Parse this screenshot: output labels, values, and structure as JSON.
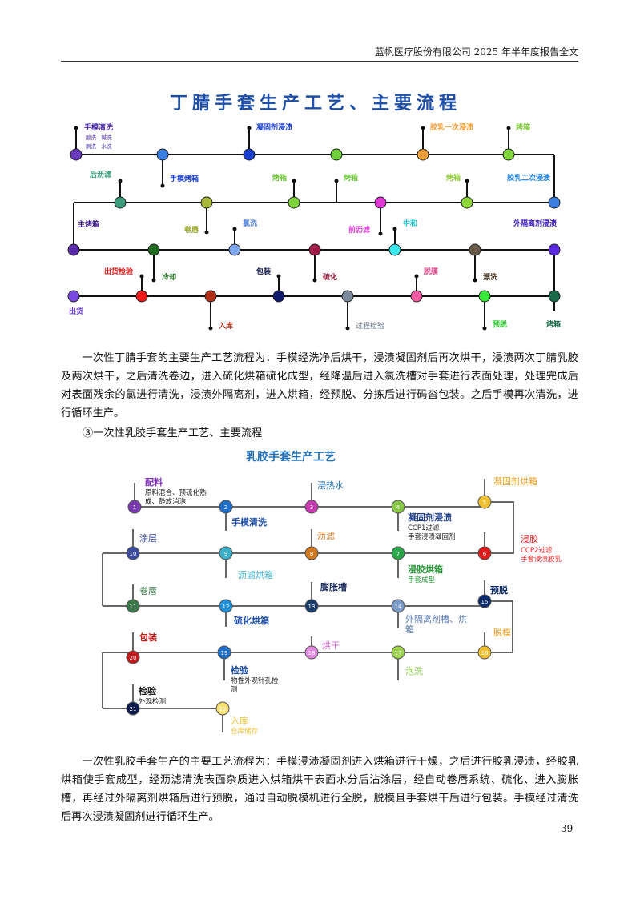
{
  "header": {
    "title": "蓝帆医疗股份有限公司 2025 年半年度报告全文"
  },
  "diagram1": {
    "title": "丁腈手套生产工艺、主要流程",
    "labels": {
      "a": "手模清洗",
      "a1": "酸洗　碱洗",
      "a2": "刷洗　水洗",
      "b": "凝固剂浸渍",
      "c": "胶乳一次浸渍",
      "d": "烤箱",
      "e": "后沥滤",
      "f": "手模烤箱",
      "g": "烤箱",
      "h": "烤箱",
      "i": "烤箱",
      "j": "胶乳二次浸渍",
      "k": "主烤箱",
      "l": "卷唇",
      "m": "氯洗",
      "n": "前沥滤",
      "o": "中和",
      "p": "外隔离剂浸渍",
      "q": "出货检验",
      "r": "冷却",
      "s": "包装",
      "t": "硫化",
      "u": "脱膜",
      "v": "漂洗",
      "w": "出货",
      "x": "入库",
      "y": "过程检验",
      "z": "预脱",
      "z2": "烤箱"
    }
  },
  "para1": "一次性丁腈手套的主要生产工艺流程为：手模经洗净后烘干，浸渍凝固剂后再次烘干，浸渍两次丁腈乳胶及两次烘干，之后清洗卷边，进入硫化烘箱硫化成型，经降温后进入氯洗槽对手套进行表面处理，处理完成后对表面残余的氯进行清洗，浸渍外隔离剂，进入烘箱，经预脱、分拣后进行码沓包装。之后手模再次清洗，进行循环生产。",
  "sub": "③一次性乳胶手套生产工艺、主要流程",
  "diagram2": {
    "title": "乳胶手套生产工艺",
    "labels": {
      "n1": "配料",
      "n1a": "原料混合、预硫化熟",
      "n1b": "成、静放消泡",
      "n2": "手模清洗",
      "n3": "浸热水",
      "n4": "凝固剂浸渍",
      "n4a": "CCP1过滤",
      "n4b": "手套浸渍凝固剂",
      "n5": "凝固剂烘箱",
      "n6": "浸胶",
      "n6a": "CCP2过滤",
      "n6b": "手套浸渍胶乳",
      "n7": "浸胶烘箱",
      "n7a": "手套成型",
      "n8": "沥滤",
      "n9": "沥滤烘箱",
      "n10": "涂层",
      "n11": "卷唇",
      "n12": "硫化烘箱",
      "n13": "膨胀槽",
      "n14": "外隔离剂槽、烘",
      "n14b": "箱",
      "n15": "预脱",
      "n16": "脱模",
      "n17": "泡洗",
      "n18": "烘干",
      "n19": "检验",
      "n19a": "物性外观针孔检",
      "n19b": "测",
      "n20": "包装",
      "n21": "检验",
      "n21a": "外观检测",
      "n22": "入库",
      "n22a": "仓库储存"
    }
  },
  "para2": "一次性乳胶手套生产的主要工艺流程为：手模浸渍凝固剂进入烘箱进行干燥，之后进行胶乳浸渍，经胶乳烘箱使手套成型，经沥滤清洗表面杂质进入烘箱烘干表面水分后沾涂层，经自动卷唇系统、硫化、进入膨胀槽，再经过外隔离剂烘箱后进行预脱，通过自动脱模机进行全脱，脱模且手套烘干后进行包装。手模经过清洗后再次浸渍凝固剂进行循环生产。",
  "page_number": "39"
}
